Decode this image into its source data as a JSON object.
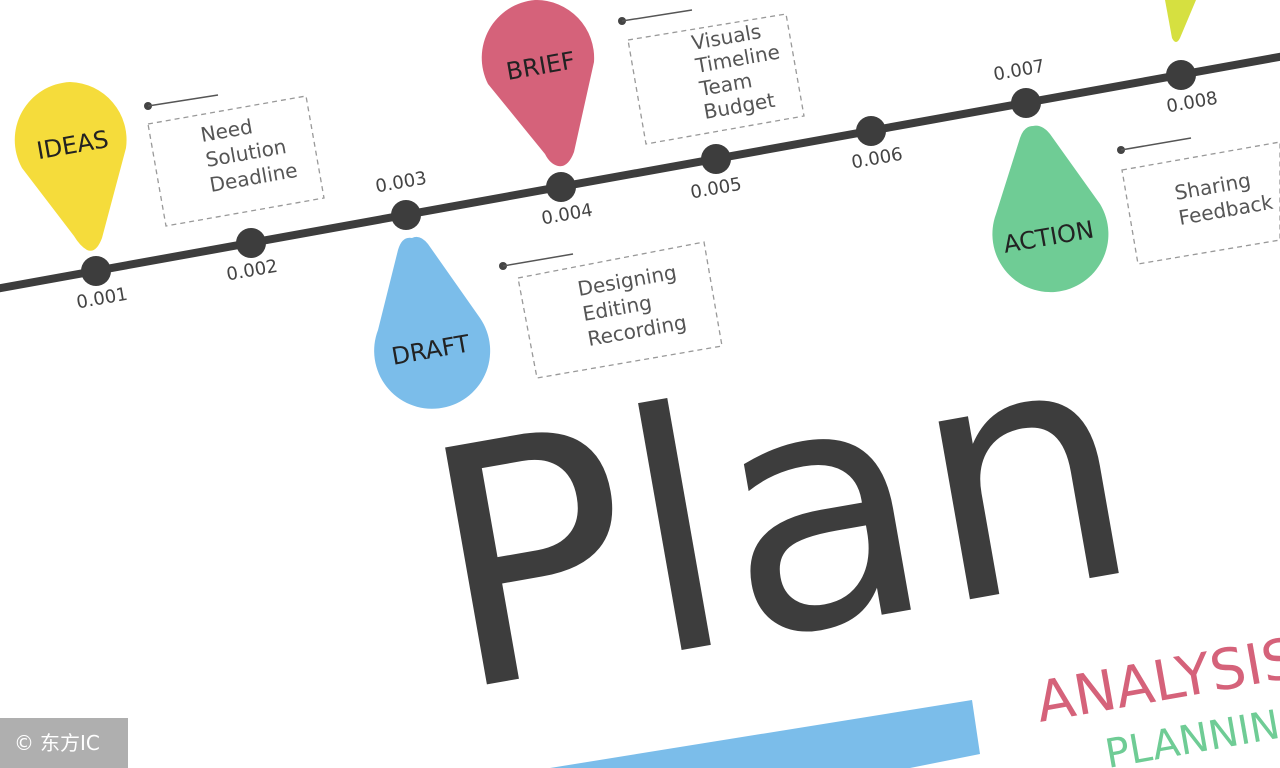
{
  "timeline": {
    "ticks": [
      "0.001",
      "0.002",
      "0.003",
      "0.004",
      "0.005",
      "0.006",
      "0.007",
      "0.008"
    ]
  },
  "pins": {
    "ideas": {
      "label": "IDEAS",
      "color": "#f5dc3b"
    },
    "draft": {
      "label": "DRAFT",
      "color": "#7bbdea"
    },
    "brief": {
      "label": "BRIEF",
      "color": "#d5627a"
    },
    "action": {
      "label": "ACTION",
      "color": "#6fcc95"
    },
    "extra": {
      "color": "#d6e040"
    }
  },
  "notes": {
    "ideas": [
      "Need",
      "Solution",
      "Deadline"
    ],
    "draft": [
      "Designing",
      "Editing",
      "Recording"
    ],
    "brief": [
      "Visuals",
      "Timeline",
      "Team",
      "Budget"
    ],
    "action": [
      "Sharing",
      "Feedback"
    ]
  },
  "headline": {
    "word": "Plan",
    "color": "#3d3d3d",
    "bar_color": "#7bbdea"
  },
  "keywords": {
    "analysis": {
      "text": "ANALYSIS",
      "color": "#d5627a"
    },
    "planning": {
      "text": "PLANNING",
      "color": "#6fcc95"
    }
  },
  "watermark": {
    "icon": "copyright-icon",
    "text": "东方IC"
  }
}
